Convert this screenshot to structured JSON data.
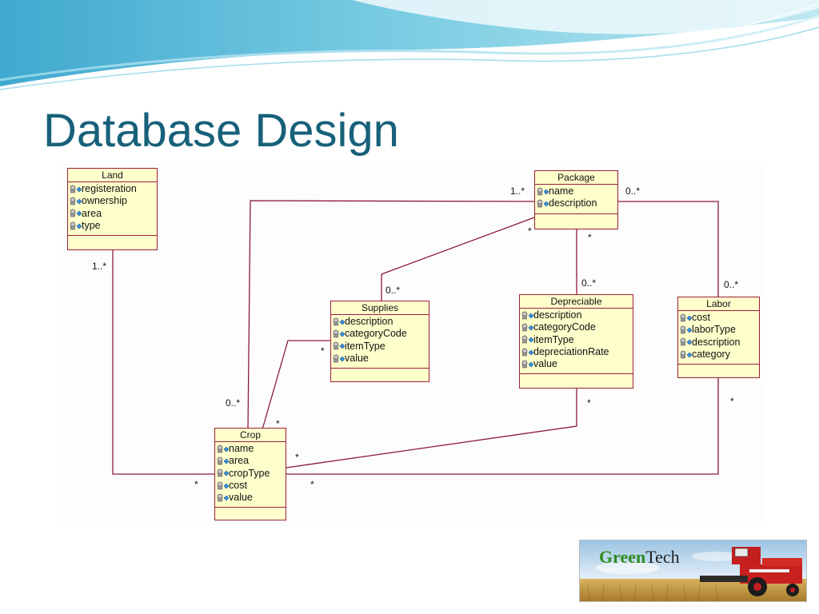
{
  "slide": {
    "title": "Database Design"
  },
  "diagram": {
    "classes": [
      {
        "id": "land",
        "name": "Land",
        "attributes": [
          "registeration",
          "ownership",
          "area",
          "type"
        ]
      },
      {
        "id": "package",
        "name": "Package",
        "attributes": [
          "name",
          "description"
        ]
      },
      {
        "id": "supplies",
        "name": "Supplies",
        "attributes": [
          "description",
          "categoryCode",
          "itemType",
          "value"
        ]
      },
      {
        "id": "depreciable",
        "name": "Depreciable",
        "attributes": [
          "description",
          "categoryCode",
          "itemType",
          "depreciationRate",
          "value"
        ]
      },
      {
        "id": "labor",
        "name": "Labor",
        "attributes": [
          "cost",
          "laborType",
          "description",
          "category"
        ]
      },
      {
        "id": "crop",
        "name": "Crop",
        "attributes": [
          "name",
          "area",
          "cropType",
          "cost",
          "value"
        ]
      }
    ],
    "multiplicities": {
      "land_crop_land_end": "1..*",
      "land_crop_crop_end": "*",
      "package_crop_package_end": "1..*",
      "package_crop_crop_end": "0..*",
      "package_labor_package_end": "0..*",
      "package_labor_labor_end": "0..*",
      "package_supplies_package_end": "*",
      "package_supplies_supplies_end": "0..*",
      "package_depreciable_package_end": "*",
      "package_depreciable_depreciable_end": "0..*",
      "supplies_crop_supplies_end": "*",
      "supplies_crop_crop_end": "*",
      "depreciable_crop_depreciable_end": "*",
      "depreciable_crop_crop_end": "*",
      "labor_crop_labor_end": "*",
      "labor_crop_crop_end": "*"
    }
  },
  "logo": {
    "brand_green": "Green",
    "brand_dark": "Tech"
  },
  "colors": {
    "title": "#17607a",
    "class_fill": "#ffffcc",
    "class_border": "#9c1f3a",
    "connector": "#8b1a3a",
    "header_wave": "#5bb8d6"
  }
}
